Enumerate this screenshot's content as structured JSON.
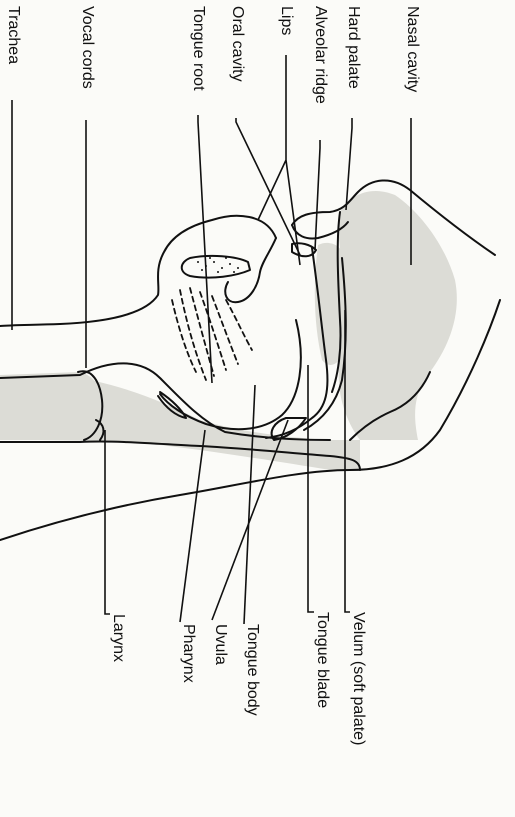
{
  "labels": {
    "nasal_cavity": "Nasal cavity",
    "hard_palate": "Hard palate",
    "alveolar_ridge": "Alveolar ridge",
    "lips": "Lips",
    "oral_cavity": "Oral cavity",
    "tongue_root": "Tongue root",
    "vocal_cords": "Vocal cords",
    "trachea": "Trachea",
    "velum": "Velum (soft palate)",
    "tongue_blade": "Tongue blade",
    "tongue_body": "Tongue body",
    "uvula": "Uvula",
    "pharynx": "Pharynx",
    "larynx": "Larynx"
  },
  "colors": {
    "line": "#111111",
    "shade": "#dcdcd6",
    "background": "#fbfbf8"
  }
}
